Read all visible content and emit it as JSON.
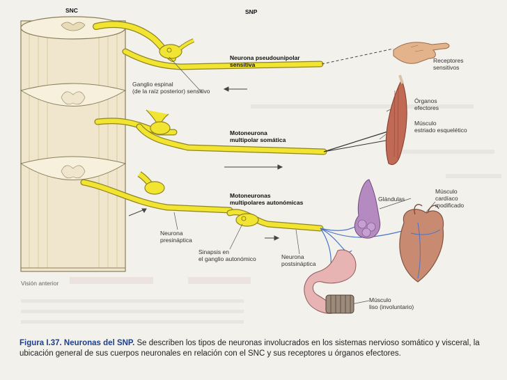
{
  "labels": {
    "snc": "SNC",
    "snp": "SNP",
    "pseudounipolar": "Neurona pseudounipolar",
    "sensitiva": "sensitiva",
    "ganglio1": "Ganglio espinal",
    "ganglio2": "(de la raíz posterior) sensitivo",
    "receptores1": "Receptores",
    "receptores2": "sensitivos",
    "organos1": "Órganos",
    "organos2": "efectores",
    "musculo_est1": "Músculo",
    "musculo_est2": "estriado esquelético",
    "motoneurona1": "Motoneurona",
    "motoneurona2": "multipolar somática",
    "autonomicas1": "Motoneuronas",
    "autonomicas2": "multipolares autonómicas",
    "glandulas": "Glándulas",
    "cardiaco1": "Músculo",
    "cardiaco2": "cardíaco",
    "cardiaco3": "modificado",
    "presinaptica1": "Neurona",
    "presinaptica2": "presináptica",
    "sinapsis1": "Sinapsis en",
    "sinapsis2": "el ganglio autonómico",
    "postsinaptica1": "Neurona",
    "postsinaptica2": "postsináptica",
    "liso1": "Músculo",
    "liso2": "liso (involuntario)",
    "vision": "Visión anterior"
  },
  "caption": {
    "title": "Figura I.37. Neuronas del SNP.",
    "text": " Se describen los tipos de neuronas involucrados en los sistemas nervioso somático y visceral, la ubicación general de sus cuerpos neuronales en relación con el SNC y sus receptores u órganos efectores."
  },
  "colors": {
    "nerve": "#f2e531",
    "nerve_outline": "#8f8420",
    "blue_nerve": "#4b74c6",
    "spinal_cord": "#eee3c7",
    "muscle": "#c06a55",
    "gland": "#b48ac0",
    "heart": "#c88a70",
    "skin": "#e3b48c"
  }
}
